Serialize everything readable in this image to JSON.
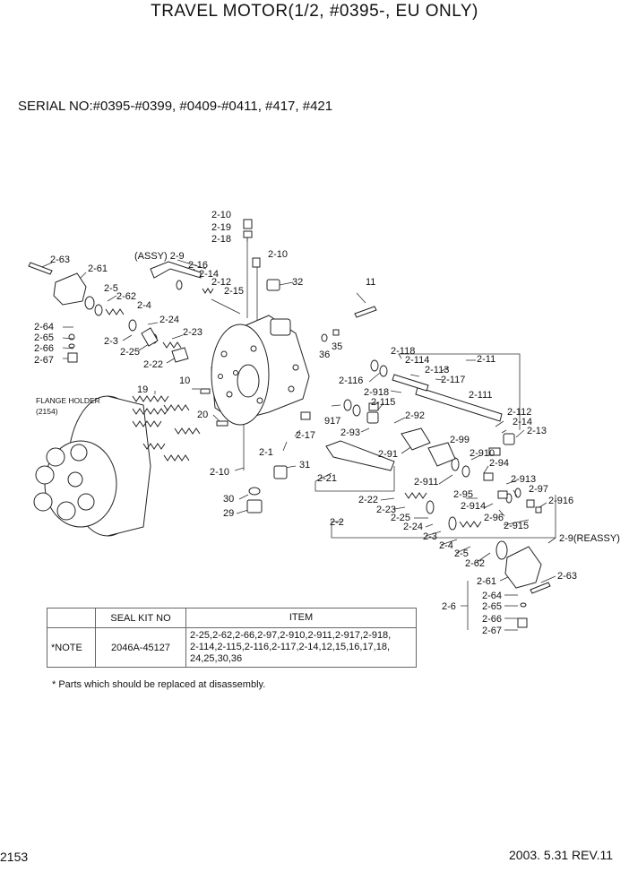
{
  "header": {
    "title": "TRAVEL MOTOR(1/2, #0395-, EU ONLY)",
    "serial": "SERIAL NO:#0395-#0399, #0409-#0411, #417, #421"
  },
  "diagram": {
    "parts": [
      {
        "id": "2-10"
      },
      {
        "id": "2-19"
      },
      {
        "id": "2-18"
      },
      {
        "id": "2-10"
      },
      {
        "id": "(ASSY) 2-9"
      },
      {
        "id": "2-16"
      },
      {
        "id": "2-14"
      },
      {
        "id": "2-12"
      },
      {
        "id": "2-15"
      },
      {
        "id": "32"
      },
      {
        "id": "11"
      },
      {
        "id": "2-63"
      },
      {
        "id": "2-61"
      },
      {
        "id": "2-5"
      },
      {
        "id": "2-62"
      },
      {
        "id": "2-4"
      },
      {
        "id": "2-24"
      },
      {
        "id": "2-23"
      },
      {
        "id": "2-64"
      },
      {
        "id": "2-65"
      },
      {
        "id": "2-66"
      },
      {
        "id": "2-67"
      },
      {
        "id": "2-3"
      },
      {
        "id": "2-25"
      },
      {
        "id": "2-22"
      },
      {
        "id": "35"
      },
      {
        "id": "36"
      },
      {
        "id": "2-118"
      },
      {
        "id": "2-114"
      },
      {
        "id": "2-11"
      },
      {
        "id": "2-113"
      },
      {
        "id": "2-116"
      },
      {
        "id": "2-117"
      },
      {
        "id": "2-918"
      },
      {
        "id": "2-115"
      },
      {
        "id": "2-111"
      },
      {
        "id": "10"
      },
      {
        "id": "19"
      },
      {
        "id": "20"
      },
      {
        "id": "917"
      },
      {
        "id": "2-92"
      },
      {
        "id": "2-93"
      },
      {
        "id": "2-112"
      },
      {
        "id": "2-14"
      },
      {
        "id": "2-13"
      },
      {
        "id": "2-17"
      },
      {
        "id": "2-1"
      },
      {
        "id": "2-91"
      },
      {
        "id": "2-99"
      },
      {
        "id": "2-910"
      },
      {
        "id": "2-94"
      },
      {
        "id": "31"
      },
      {
        "id": "2-10"
      },
      {
        "id": "2-21"
      },
      {
        "id": "2-911"
      },
      {
        "id": "2-913"
      },
      {
        "id": "30"
      },
      {
        "id": "29"
      },
      {
        "id": "2-22"
      },
      {
        "id": "2-23"
      },
      {
        "id": "2-95"
      },
      {
        "id": "2-97"
      },
      {
        "id": "2-914"
      },
      {
        "id": "2-916"
      },
      {
        "id": "2-25"
      },
      {
        "id": "2-96"
      },
      {
        "id": "2-2"
      },
      {
        "id": "2-24"
      },
      {
        "id": "2-915"
      },
      {
        "id": "2-3"
      },
      {
        "id": "2-9(REASSY)"
      },
      {
        "id": "2-4"
      },
      {
        "id": "2-5"
      },
      {
        "id": "2-62"
      },
      {
        "id": "2-63"
      },
      {
        "id": "2-61"
      },
      {
        "id": "2-64"
      },
      {
        "id": "2-6"
      },
      {
        "id": "2-65"
      },
      {
        "id": "2-66"
      },
      {
        "id": "2-67"
      }
    ],
    "flange_holder_label": "FLANGE HOLDER",
    "flange_holder_code": "(2154)"
  },
  "seal_table": {
    "headers": [
      "",
      "SEAL KIT NO",
      "ITEM"
    ],
    "note": "*NOTE",
    "kit_no": "2046A-45127",
    "items_line1": "2-25,2-62,2-66,2-97,2-910,2-911,2-917,2-918,",
    "items_line2": "2-114,2-115,2-116,2-117,2-14,12,15,16,17,18,",
    "items_line3": "24,25,30,36"
  },
  "footnote": "* Parts which should be replaced at disassembly.",
  "footer": {
    "page": "2153",
    "date_rev": "2003. 5.31  REV.11"
  }
}
